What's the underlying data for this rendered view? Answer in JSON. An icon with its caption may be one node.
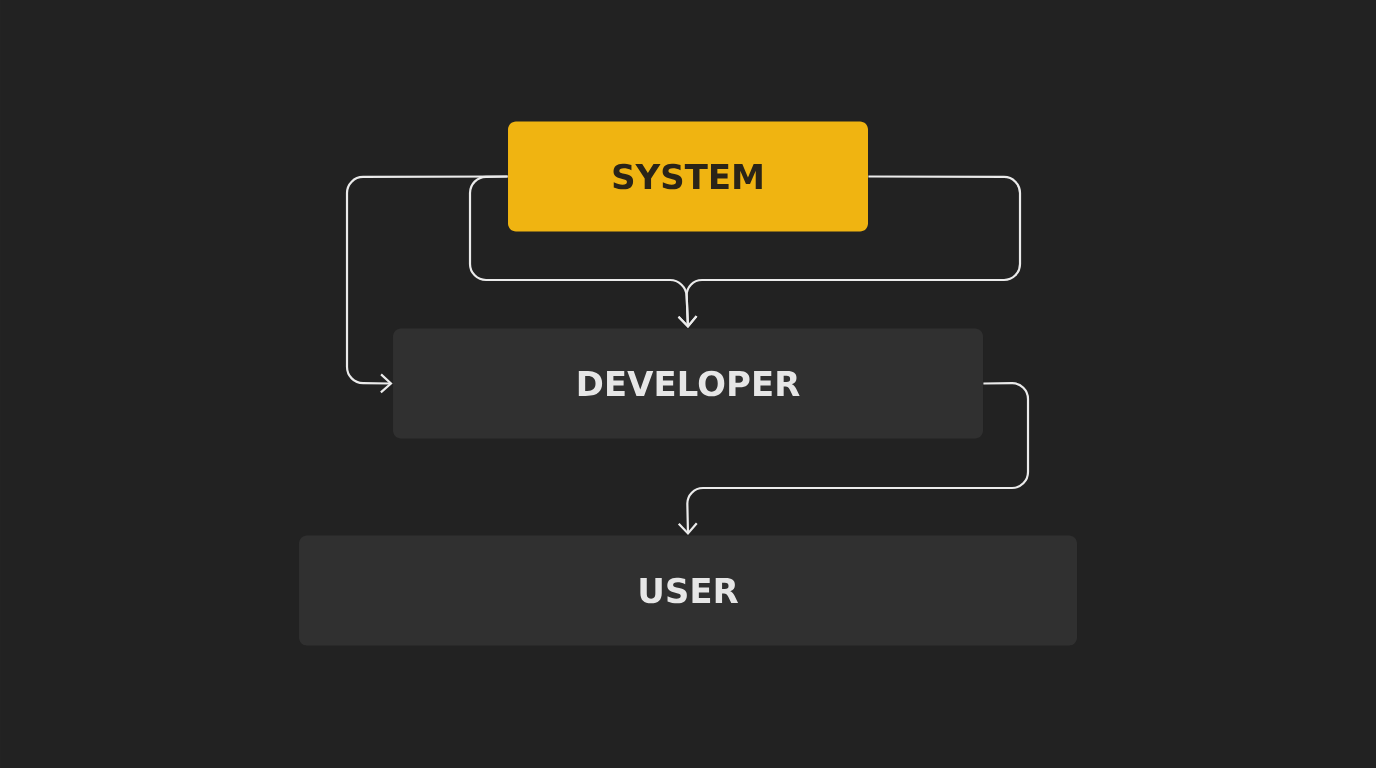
{
  "diagram": {
    "nodes": [
      {
        "text": [
          "SYSTEM"
        ]
      },
      {
        "text": [
          "DEVELOPER"
        ]
      },
      {
        "text": [
          "USER"
        ]
      }
    ],
    "edges": [
      {
        "from": 0,
        "to": 1,
        "arrow": "to"
      },
      {
        "from": 0,
        "to": 1,
        "arrow": "to"
      },
      {
        "from": 0,
        "to": 1,
        "arrow": "to"
      },
      {
        "from": 1,
        "to": 2,
        "arrow": "to"
      }
    ]
  }
}
